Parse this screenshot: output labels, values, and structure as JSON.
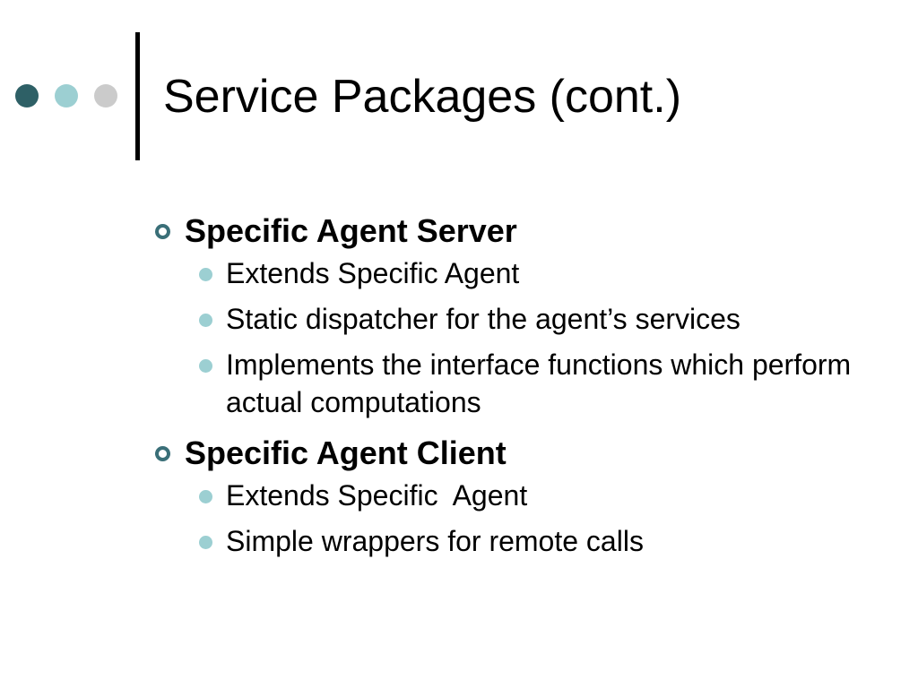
{
  "colors": {
    "dot_dark": "#2e6066",
    "dot_mid": "#9ccfd2",
    "dot_light": "#cbcbcb",
    "ring_bullet": "#3a6f78",
    "sub_bullet": "#9ccfd2"
  },
  "slide": {
    "title": "Service Packages (cont.)",
    "sections": [
      {
        "heading": "Specific Agent Server",
        "items": [
          "Extends Specific Agent",
          "Static dispatcher for the agent’s services",
          "Implements the interface functions which perform actual computations"
        ]
      },
      {
        "heading": "Specific Agent Client",
        "items": [
          "Extends Specific  Agent",
          "Simple wrappers for remote calls"
        ]
      }
    ]
  }
}
